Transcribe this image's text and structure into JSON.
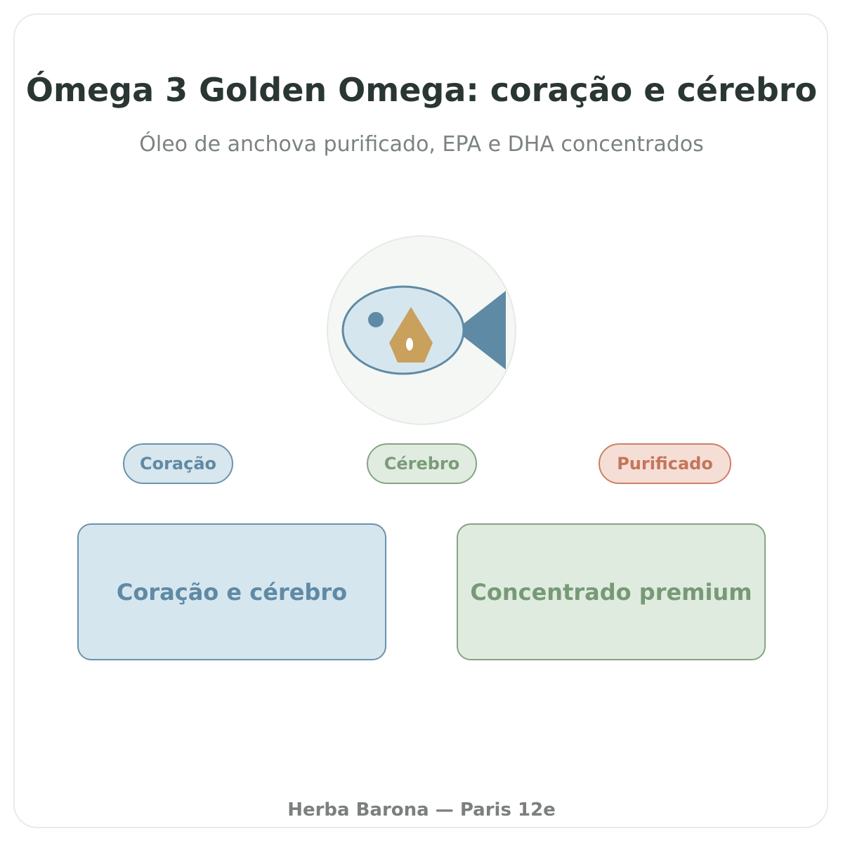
{
  "header": {
    "title": "Ómega 3 Golden Omega: coração e cérebro",
    "subtitle": "Óleo de anchova purificado, EPA e DHA concentrados"
  },
  "illustration": {
    "icon": "fish-oil-drop-icon",
    "colors": {
      "badge_bg": "#f4f7f4",
      "fish_body": "#d6e6ef",
      "fish_stroke": "#5f8aa5",
      "drop": "#c9a05c"
    }
  },
  "tags": [
    {
      "label": "Coração",
      "color": "#5f8aa5"
    },
    {
      "label": "Cérebro",
      "color": "#7a9c78"
    },
    {
      "label": "Purificado",
      "color": "#c4765a"
    }
  ],
  "features": [
    {
      "label": "Coração e cérebro",
      "color": "#5f8aa5"
    },
    {
      "label": "Concentrado premium",
      "color": "#779a76"
    }
  ],
  "footer": {
    "text": "Herba Barona — Paris 12e"
  }
}
